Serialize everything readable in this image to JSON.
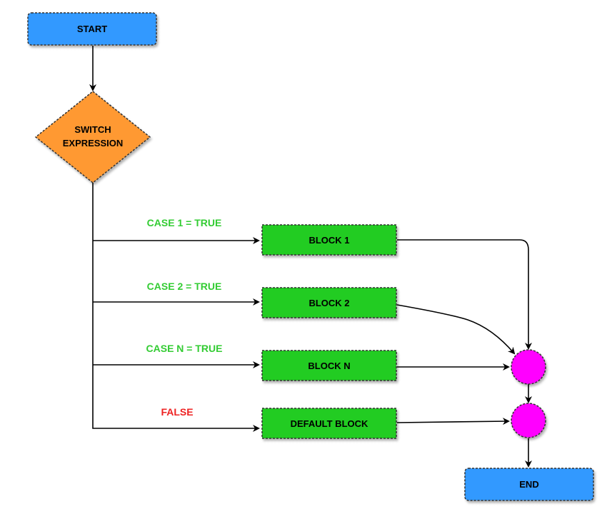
{
  "nodes": {
    "start": "START",
    "switch_line1": "SWITCH",
    "switch_line2": "EXPRESSION",
    "block1": "BLOCK 1",
    "block2": "BLOCK 2",
    "blockn": "BLOCK N",
    "default_block": "DEFAULT BLOCK",
    "end": "END"
  },
  "edge_labels": {
    "case1": "CASE 1 = TRUE",
    "case2": "CASE 2 = TRUE",
    "casen": "CASE N = TRUE",
    "false": "FALSE"
  },
  "colors": {
    "terminal": "#3399ff",
    "decision": "#ff9933",
    "block": "#22cc22",
    "merge": "#ff00ff",
    "case_label": "#33cc33",
    "false_label": "#ee2222"
  }
}
